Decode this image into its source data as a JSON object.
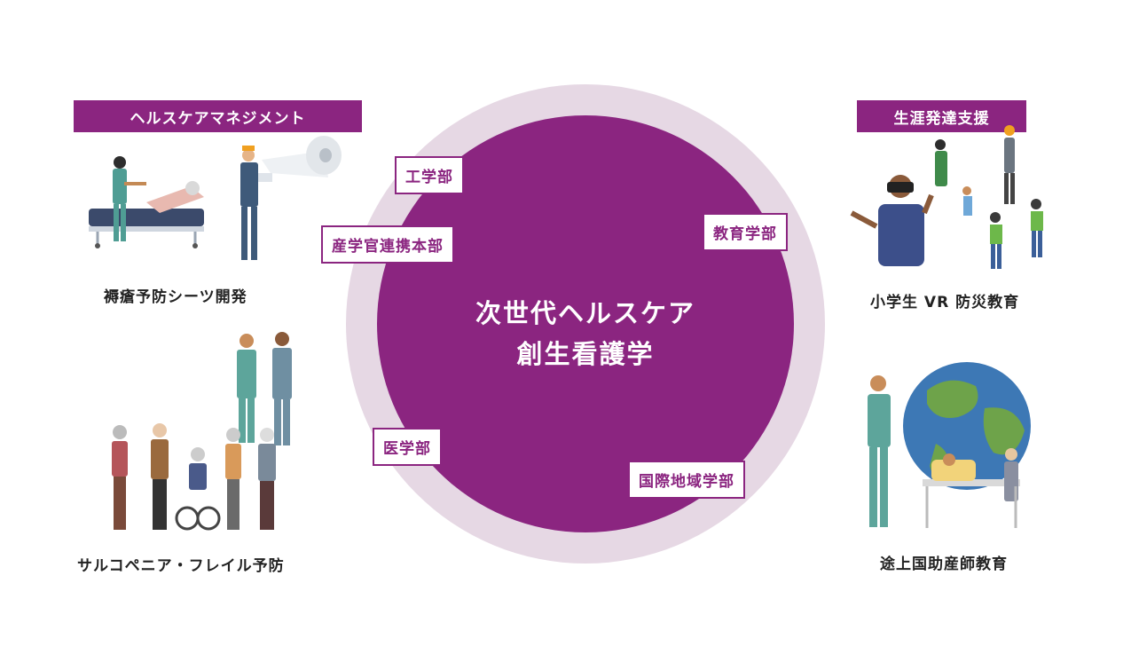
{
  "center": {
    "line1": "次世代ヘルスケア",
    "line2": "創生看護学"
  },
  "departments": {
    "engineering": "工学部",
    "industry": "産学官連携本部",
    "education": "教育学部",
    "medicine": "医学部",
    "regional": "国際地域学部"
  },
  "left": {
    "banner": "ヘルスケアマネジメント",
    "item1": "褥瘡予防シーツ開発",
    "item2": "サルコペニア・フレイル予防"
  },
  "right": {
    "banner": "生涯発達支援",
    "item1": "小学生 VR 防災教育",
    "item2": "途上国助産師教育"
  },
  "colors": {
    "primary": "#8b2580",
    "ring": "#e6d8e4"
  }
}
